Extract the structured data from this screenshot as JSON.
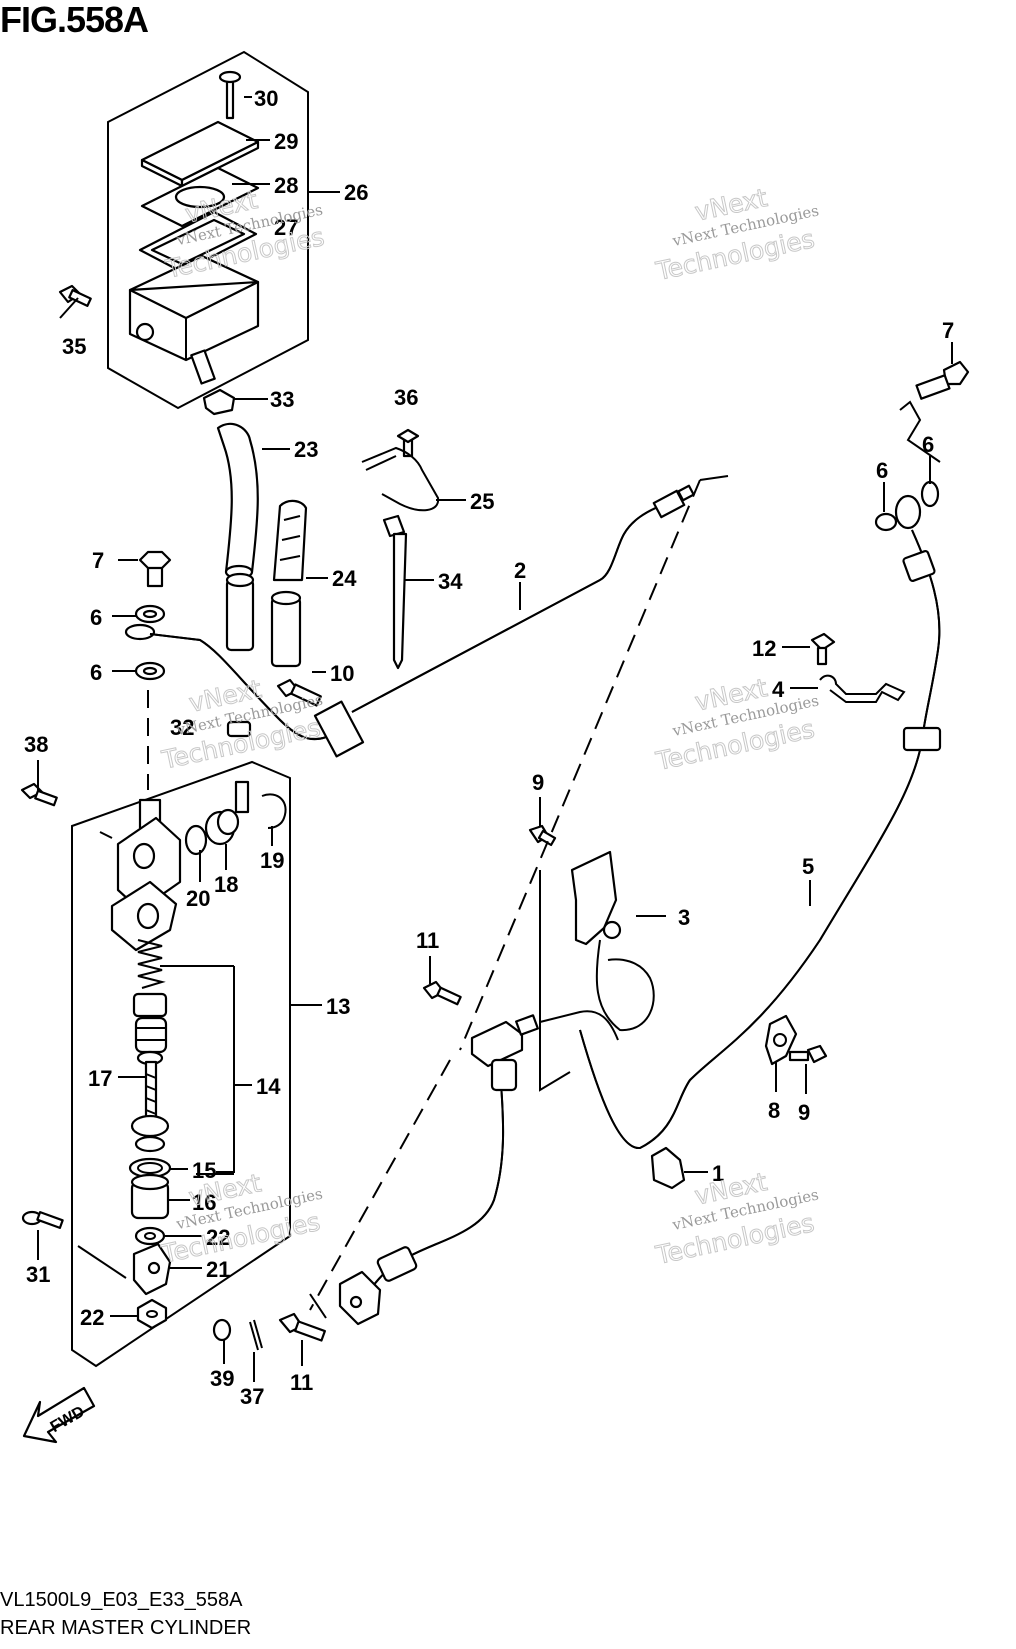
{
  "figure": {
    "title": "FIG.558A",
    "code": "VL1500L9_E03_E33_558A",
    "caption": "REAR MASTER CYLINDER"
  },
  "watermark": {
    "line1": "vNext Technologies",
    "line2": "Technologies",
    "line3": "vNext"
  },
  "fwd_label": "FWD",
  "callouts": [
    "1",
    "2",
    "3",
    "4",
    "5",
    "6",
    "7",
    "8",
    "9",
    "10",
    "11",
    "12",
    "13",
    "14",
    "15",
    "16",
    "17",
    "18",
    "19",
    "20",
    "21",
    "22",
    "23",
    "24",
    "25",
    "26",
    "27",
    "28",
    "29",
    "30",
    "31",
    "32",
    "33",
    "34",
    "35",
    "36",
    "37",
    "38",
    "39"
  ]
}
